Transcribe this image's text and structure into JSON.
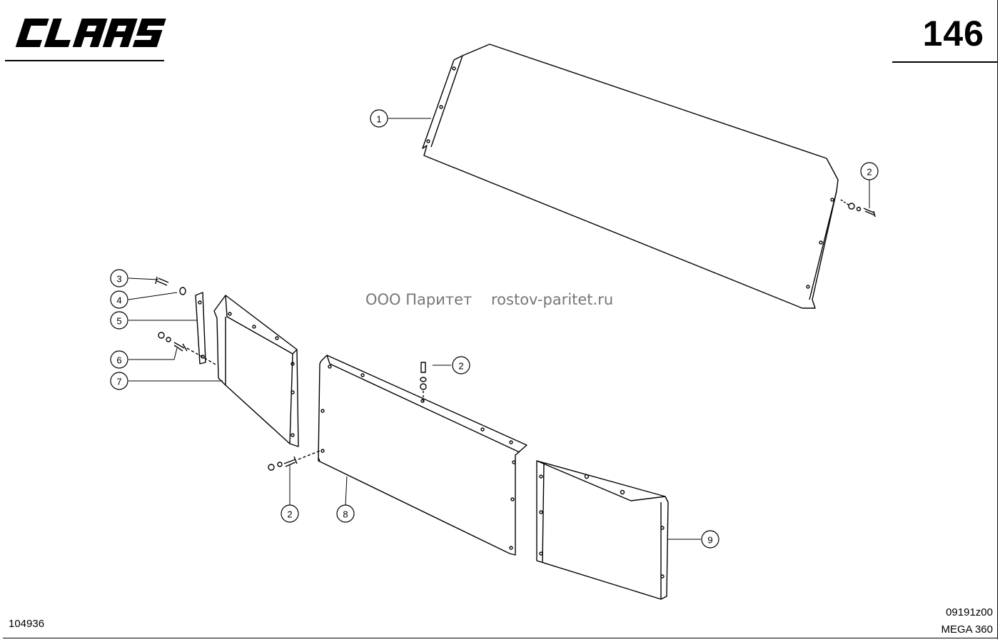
{
  "header": {
    "logo_text": "CLAAS",
    "page_number": "146"
  },
  "watermark": {
    "company": "ООО Паритет",
    "site": "rostov-paritet.ru"
  },
  "footer": {
    "drawing_number": "104936",
    "code": "09191z00",
    "model": "MEGA 360"
  },
  "callouts": [
    {
      "id": "callout-1a",
      "label": "1"
    },
    {
      "id": "callout-2a",
      "label": "2"
    },
    {
      "id": "callout-3",
      "label": "3"
    },
    {
      "id": "callout-4",
      "label": "4"
    },
    {
      "id": "callout-5",
      "label": "5"
    },
    {
      "id": "callout-6",
      "label": "6"
    },
    {
      "id": "callout-7",
      "label": "7"
    },
    {
      "id": "callout-2b",
      "label": "2"
    },
    {
      "id": "callout-2c",
      "label": "2"
    },
    {
      "id": "callout-8",
      "label": "8"
    },
    {
      "id": "callout-9",
      "label": "9"
    }
  ]
}
